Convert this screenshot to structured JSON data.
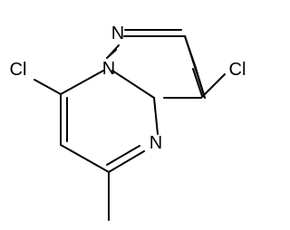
{
  "molecule": {
    "atoms": {
      "cl_left": "Cl",
      "cl_right": "Cl",
      "n_top": "N",
      "n_bridge": "N",
      "n_ring": "N"
    }
  }
}
